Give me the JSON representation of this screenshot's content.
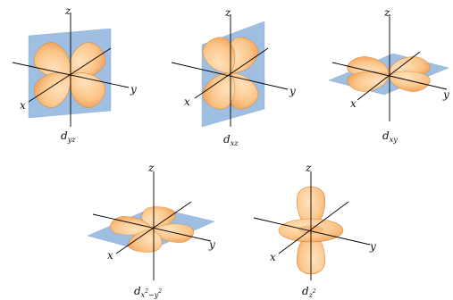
{
  "colors": {
    "lobe_fill_dark": "#f6ae68",
    "lobe_fill_light": "#ffe2bd",
    "lobe_stroke": "#d88e48",
    "plane_fill": "#8fb4dd",
    "plane_stroke": "#6b97c9",
    "axis": "#000000"
  },
  "orbitals": [
    {
      "id": "dyz",
      "axes": {
        "z": "z",
        "y": "y",
        "x": "x"
      },
      "label": {
        "base": "d",
        "sub": "yz",
        "sub_sup": "",
        "sub_tail": ""
      }
    },
    {
      "id": "dxz",
      "axes": {
        "z": "z",
        "y": "y",
        "x": "x"
      },
      "label": {
        "base": "d",
        "sub": "xz",
        "sub_sup": "",
        "sub_tail": ""
      }
    },
    {
      "id": "dxy",
      "axes": {
        "z": "z",
        "y": "y",
        "x": "x"
      },
      "label": {
        "base": "d",
        "sub": "xy",
        "sub_sup": "",
        "sub_tail": ""
      }
    },
    {
      "id": "dx2y2",
      "axes": {
        "z": "z",
        "y": "y",
        "x": "x"
      },
      "label": {
        "base": "d",
        "sub": "x",
        "sub_sup": "2",
        "sub_tail": "−y",
        "sub_tail_sup": "2"
      }
    },
    {
      "id": "dz2",
      "axes": {
        "z": "z",
        "y": "y",
        "x": "x"
      },
      "label": {
        "base": "d",
        "sub": "z",
        "sub_sup": "2",
        "sub_tail": ""
      }
    }
  ]
}
